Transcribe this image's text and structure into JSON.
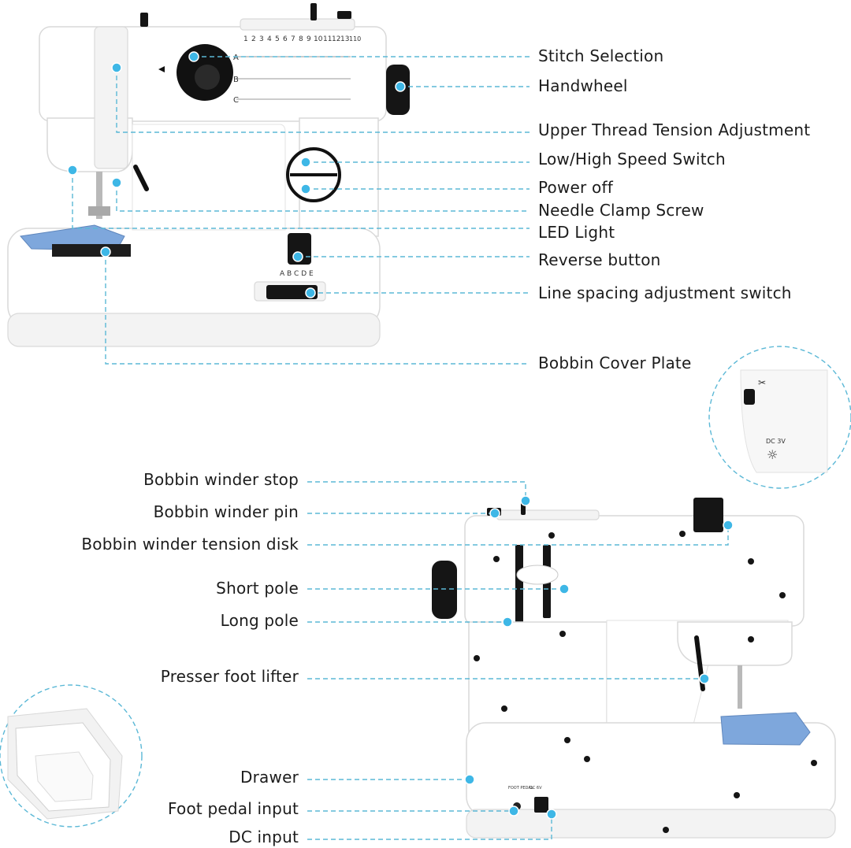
{
  "front_labels": [
    {
      "id": "stitch-selection",
      "text": "Stitch Selection"
    },
    {
      "id": "handwheel",
      "text": "Handwheel"
    },
    {
      "id": "upper-thread-tension",
      "text": "Upper Thread Tension Adjustment"
    },
    {
      "id": "speed-switch",
      "text": "Low/High Speed Switch"
    },
    {
      "id": "power-off",
      "text": "Power off"
    },
    {
      "id": "needle-clamp-screw",
      "text": "Needle Clamp Screw"
    },
    {
      "id": "led-light",
      "text": "LED Light"
    },
    {
      "id": "reverse-button",
      "text": "Reverse button"
    },
    {
      "id": "line-spacing-switch",
      "text": "Line spacing adjustment switch"
    },
    {
      "id": "bobbin-cover-plate",
      "text": "Bobbin Cover Plate"
    }
  ],
  "back_labels": [
    {
      "id": "bobbin-winder-stop",
      "text": "Bobbin winder stop"
    },
    {
      "id": "bobbin-winder-pin",
      "text": "Bobbin winder pin"
    },
    {
      "id": "bobbin-winder-tension-disk",
      "text": "Bobbin winder tension disk"
    },
    {
      "id": "short-pole",
      "text": "Short pole"
    },
    {
      "id": "long-pole",
      "text": "Long pole"
    },
    {
      "id": "presser-foot-lifter",
      "text": "Presser foot lifter"
    },
    {
      "id": "drawer",
      "text": "Drawer"
    },
    {
      "id": "foot-pedal-input",
      "text": "Foot pedal input"
    },
    {
      "id": "dc-input",
      "text": "DC input"
    }
  ],
  "panel_markings": {
    "stitch_numbers": [
      "1",
      "2",
      "3",
      "4",
      "5",
      "6",
      "7",
      "8",
      "9",
      "10",
      "11",
      "12",
      "13",
      "110"
    ],
    "rows": [
      "A",
      "B",
      "C"
    ],
    "line_spacing_letters": "A B C D E",
    "dc_label": "DC 3V",
    "foot_pedal_tag": "FOOT PEDAL",
    "dc_tag": "DC 6V"
  },
  "colors": {
    "callout": "#5bb8d6",
    "dot": "#3eb7e6",
    "fabric": "#7ea7dc"
  }
}
